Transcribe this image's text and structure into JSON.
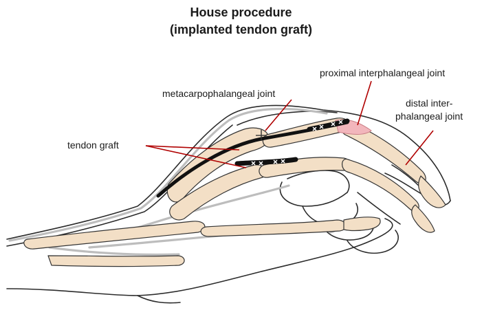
{
  "title": {
    "line1": "House procedure",
    "line2": "(implanted tendon graft)"
  },
  "labels": {
    "mcp": "metacarpophalangeal joint",
    "pip": "proximal interphalangeal joint",
    "dip_line1": "distal inter-",
    "dip_line2": "phalangeal joint",
    "graft": "tendon graft"
  },
  "colors": {
    "skin_outline": "#2b2b2b",
    "bone_fill": "#f3dfc6",
    "bone_outline": "#333333",
    "tendon_graft": "#111111",
    "leader_line": "#b00000",
    "joint_highlight": "#f2b6bc",
    "sheath_grey": "#bdbdbd"
  }
}
